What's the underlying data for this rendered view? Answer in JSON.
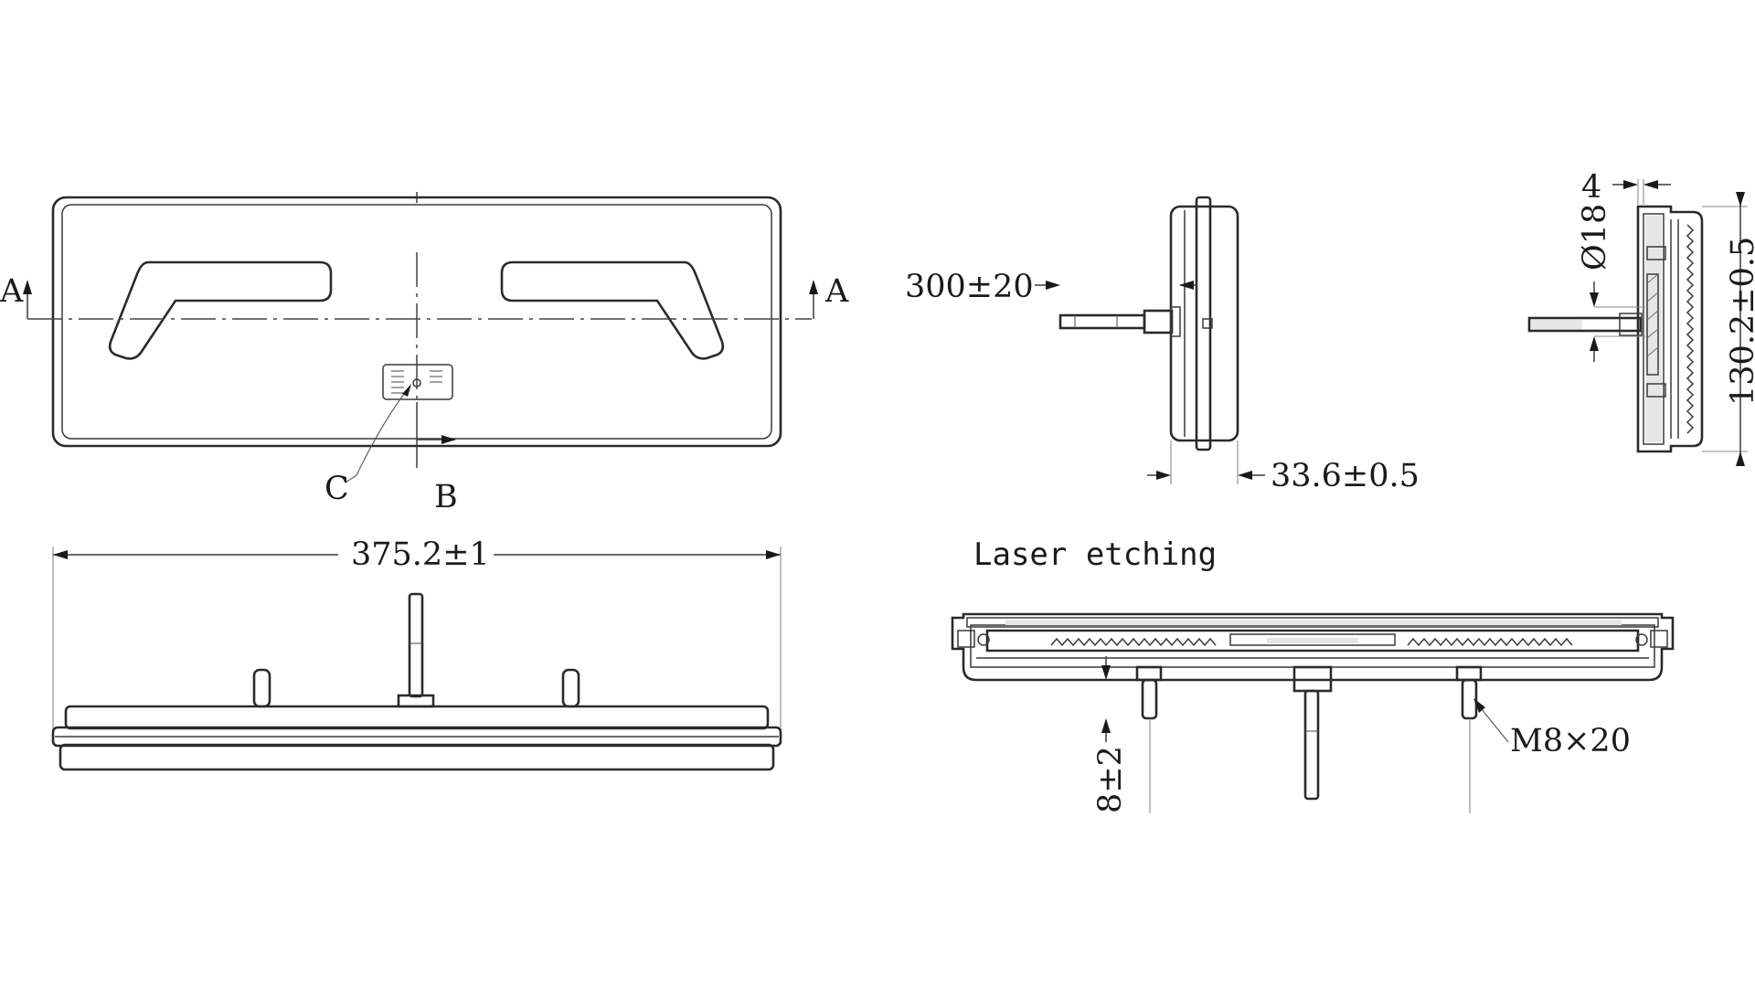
{
  "labels": {
    "section_a_left": "A",
    "section_a_right": "A",
    "detail_c": "C",
    "view_b": "B",
    "laser_etching": "Laser etching",
    "thread": "M8×20"
  },
  "dimensions": {
    "length": "375.2±1",
    "cable_length": "300±20",
    "depth": "33.6±0.5",
    "mount_offset": "4",
    "hole_diameter": "Ø18",
    "height": "130.2±0.5",
    "stud_protrusion": "8±2"
  }
}
